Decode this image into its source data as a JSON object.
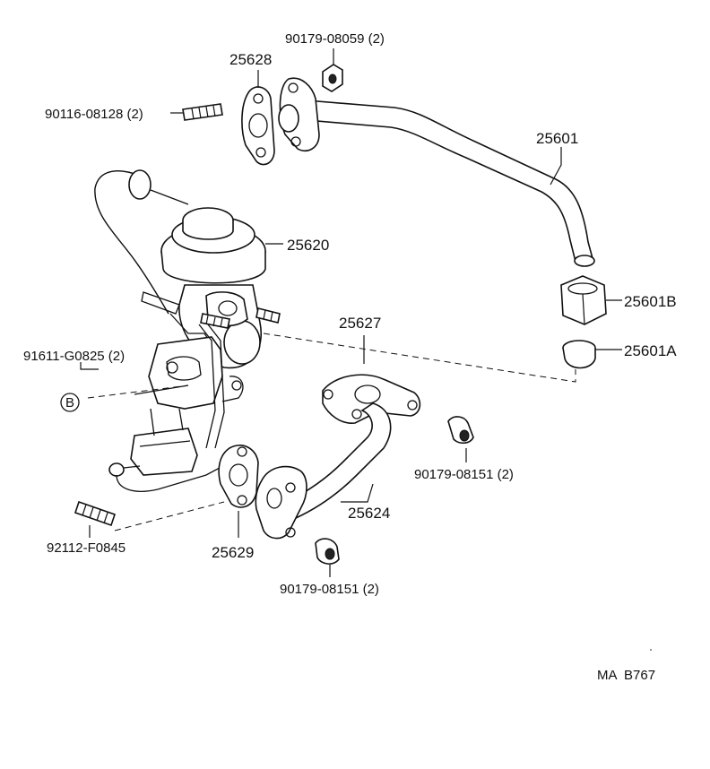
{
  "labels": {
    "nut_top": "90179-08059 (2)",
    "gasket_top": "25628",
    "stud_top": "90116-08128 (2)",
    "pipe": "25601",
    "valve": "25620",
    "nut_b": "25601B",
    "ring_a": "25601A",
    "pipe_support": "25627",
    "bolt_b": "91611-G0825 (2)",
    "circle_b": "B",
    "nut_mid": "90179-08151 (2)",
    "pipe_lower": "25624",
    "stud_bottom": "92112-F0845",
    "gasket_bottom": "25629",
    "nut_bottom": "90179-08151 (2)",
    "diagram_code": "MA  B767"
  }
}
